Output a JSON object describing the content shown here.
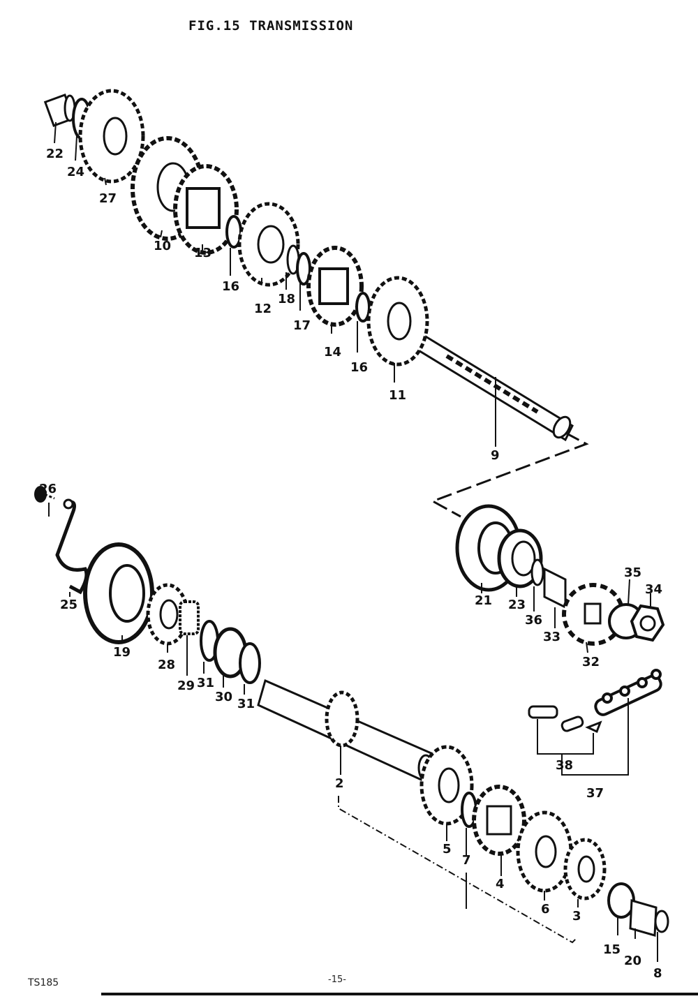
{
  "header": {
    "title": "FIG.15  TRANSMISSION"
  },
  "footer": {
    "code": "TS185",
    "page": "-15-"
  },
  "callouts": [
    "22",
    "24",
    "27",
    "10",
    "13",
    "16",
    "12",
    "18",
    "17",
    "14",
    "16",
    "11",
    "9",
    "26",
    "25",
    "19",
    "28",
    "29",
    "31",
    "30",
    "31",
    "2",
    "21",
    "23",
    "36",
    "33",
    "32",
    "35",
    "34",
    "38",
    "37",
    "5",
    "7",
    "4",
    "6",
    "3",
    "15",
    "20",
    "8"
  ]
}
